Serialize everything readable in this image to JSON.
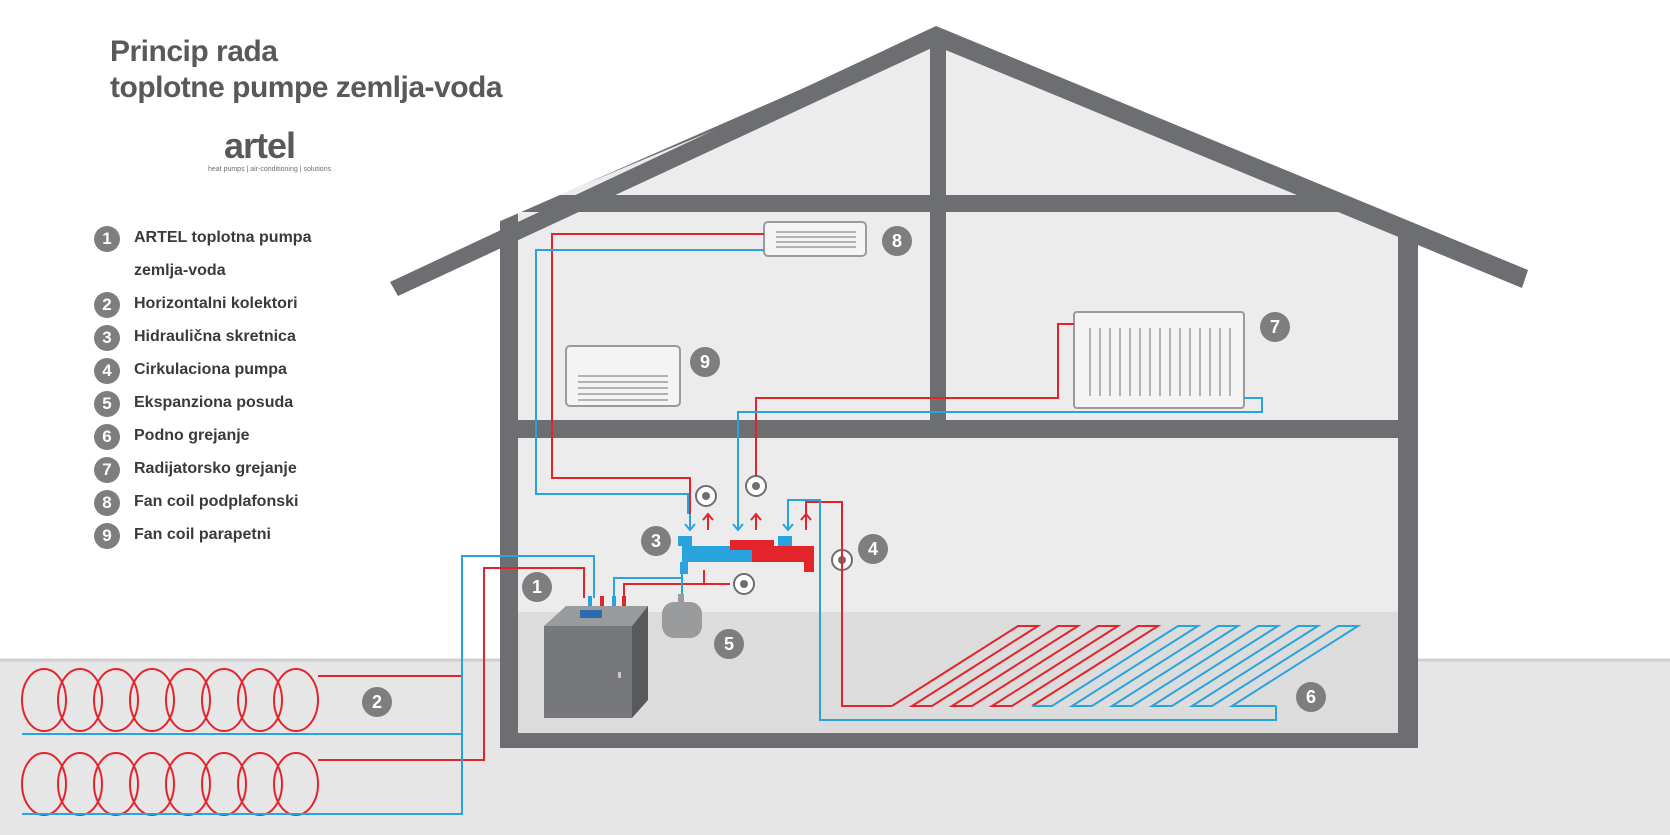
{
  "title": {
    "line1": "Princip rada",
    "line2": "toplotne pumpe zemlja-voda"
  },
  "logo": {
    "word": "artel",
    "tagline": "heat pumps | air-conditioning | solutions"
  },
  "legend": [
    {
      "num": "1",
      "label": "ARTEL toplotna pumpa zemlja-voda"
    },
    {
      "num": "2",
      "label": "Horizontalni kolektori"
    },
    {
      "num": "3",
      "label": "Hidraulična skretnica"
    },
    {
      "num": "4",
      "label": "Cirkulaciona pumpa"
    },
    {
      "num": "5",
      "label": "Ekspanziona posuda"
    },
    {
      "num": "6",
      "label": "Podno grejanje"
    },
    {
      "num": "7",
      "label": "Radijatorsko grejanje"
    },
    {
      "num": "8",
      "label": "Fan coil podplafonski"
    },
    {
      "num": "9",
      "label": "Fan coil parapetni"
    }
  ],
  "markers": [
    "1",
    "2",
    "3",
    "4",
    "5",
    "6",
    "7",
    "8",
    "9"
  ],
  "colors": {
    "supply": "#e3242b",
    "return": "#29a3dd",
    "wall": "#6d6e71",
    "roof": "#6d6e71",
    "ground": "#e6e6e7",
    "interior": "#ececed",
    "badge": "#7d7e80",
    "heat_pump": "#77787b"
  }
}
